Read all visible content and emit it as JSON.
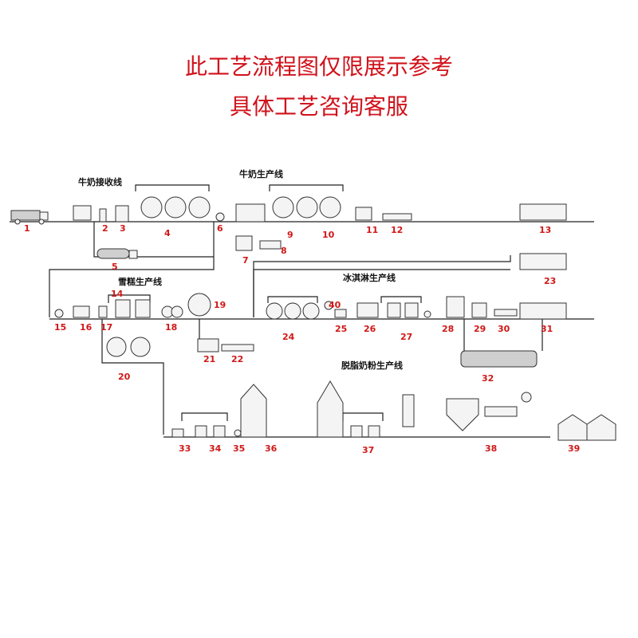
{
  "header": {
    "line1": "此工艺流程图仅限展示参考",
    "line2": "具体工艺咨询客服"
  },
  "sections": {
    "milk_receiving": "牛奶接收线",
    "milk_production": "牛奶生产线",
    "popsicle_production": "雪糕生产线",
    "ice_cream_production": "冰淇淋生产线",
    "skim_milk_powder_production": "脱脂奶粉生产线"
  },
  "numbers": [
    "1",
    "2",
    "3",
    "4",
    "5",
    "6",
    "7",
    "8",
    "9",
    "10",
    "11",
    "12",
    "13",
    "14",
    "15",
    "16",
    "17",
    "18",
    "19",
    "20",
    "21",
    "22",
    "23",
    "24",
    "25",
    "26",
    "27",
    "28",
    "29",
    "30",
    "31",
    "32",
    "33",
    "34",
    "35",
    "36",
    "37",
    "38",
    "39",
    "40"
  ],
  "colors": {
    "title": "#d0121b",
    "label_number": "#d01818",
    "line": "#222222"
  }
}
